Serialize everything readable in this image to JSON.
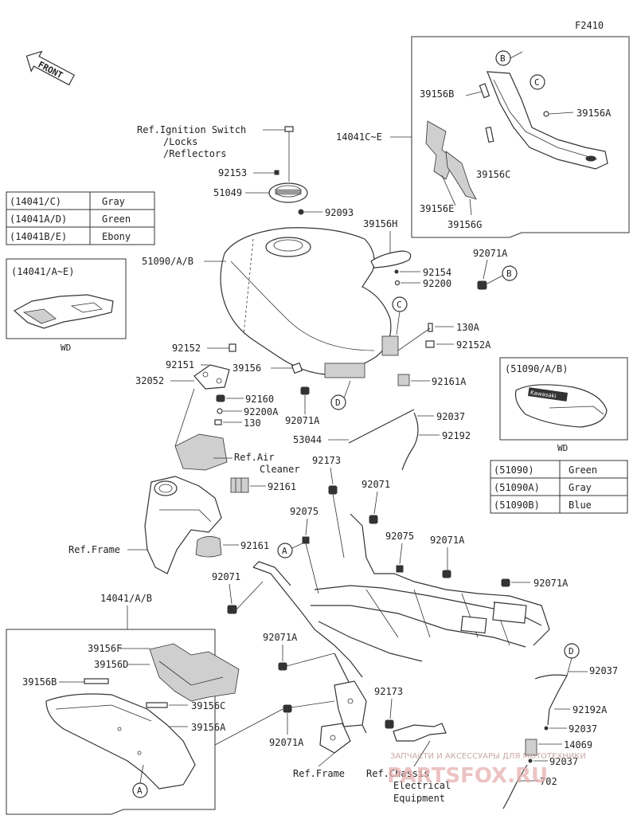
{
  "diagram_code": "F2410",
  "front_label": "FRONT",
  "ref_notes": {
    "ignition": [
      "Ref.Ignition Switch",
      "/Locks",
      "/Reflectors"
    ],
    "air_cleaner": [
      "Ref.Air",
      "Cleaner"
    ],
    "frame_left": "Ref.Frame",
    "frame_bottom": "Ref.Frame",
    "chassis": [
      "Ref.Chassis",
      "Electrical",
      "Equipment"
    ]
  },
  "color_table_cover": [
    {
      "code": "(14041/C)",
      "color": "Gray"
    },
    {
      "code": "(14041A/D)",
      "color": "Green"
    },
    {
      "code": "(14041B/E)",
      "color": "Ebony"
    }
  ],
  "color_table_tank": [
    {
      "code": "(51090)",
      "color": "Green"
    },
    {
      "code": "(51090A)",
      "color": "Gray"
    },
    {
      "code": "(51090B)",
      "color": "Blue"
    }
  ],
  "inset_cover": {
    "title": "(14041/A~E)",
    "caption": "WD"
  },
  "inset_tank": {
    "title": "(51090/A/B)",
    "caption": "WD",
    "logo_text": "Kawasaki"
  },
  "callouts": {
    "A": "A",
    "B": "B",
    "C": "C",
    "D": "D"
  },
  "part_labels": {
    "p14041C_E": "14041C~E",
    "p39156B_top": "39156B",
    "p39156A_top": "39156A",
    "p39156C_top": "39156C",
    "p39156E": "39156E",
    "p39156G": "39156G",
    "p92153": "92153",
    "p51049": "51049",
    "p92093": "92093",
    "p39156H": "39156H",
    "p51090": "51090/A/B",
    "p92154": "92154",
    "p92200": "92200",
    "p92071A_1": "92071A",
    "p130A": "130A",
    "p92152A": "92152A",
    "p92152": "92152",
    "p92151": "92151",
    "p32052": "32052",
    "p39156": "39156",
    "p92161A": "92161A",
    "p92160": "92160",
    "p92200A": "92200A",
    "p130": "130",
    "p92071A_2": "92071A",
    "p92037_1": "92037",
    "p53044": "53044",
    "p92192": "92192",
    "p92173_1": "92173",
    "p92161_1": "92161",
    "p92071_1": "92071",
    "p92075_1": "92075",
    "p92075_2": "92075",
    "p92071A_3": "92071A",
    "p92161_2": "92161",
    "p92071_2": "92071",
    "p92071A_4": "92071A",
    "p14041_A_B": "14041/A/B",
    "p39156F": "39156F",
    "p39156D": "39156D",
    "p39156B_bot": "39156B",
    "p39156C_bot": "39156C",
    "p39156A_bot": "39156A",
    "p92071A_5": "92071A",
    "p92071A_6": "92071A",
    "p92173_2": "92173",
    "p92037_2": "92037",
    "p92192A": "92192A",
    "p92037_3": "92037",
    "p14069": "14069",
    "p92037_4": "92037",
    "p702": "702"
  },
  "watermark": {
    "line1": "ЗАПЧАСТИ И АКСЕССУАРЫ ДЛЯ МОТОТЕХНИКИ",
    "line2": "PARTSFOX.RU"
  }
}
